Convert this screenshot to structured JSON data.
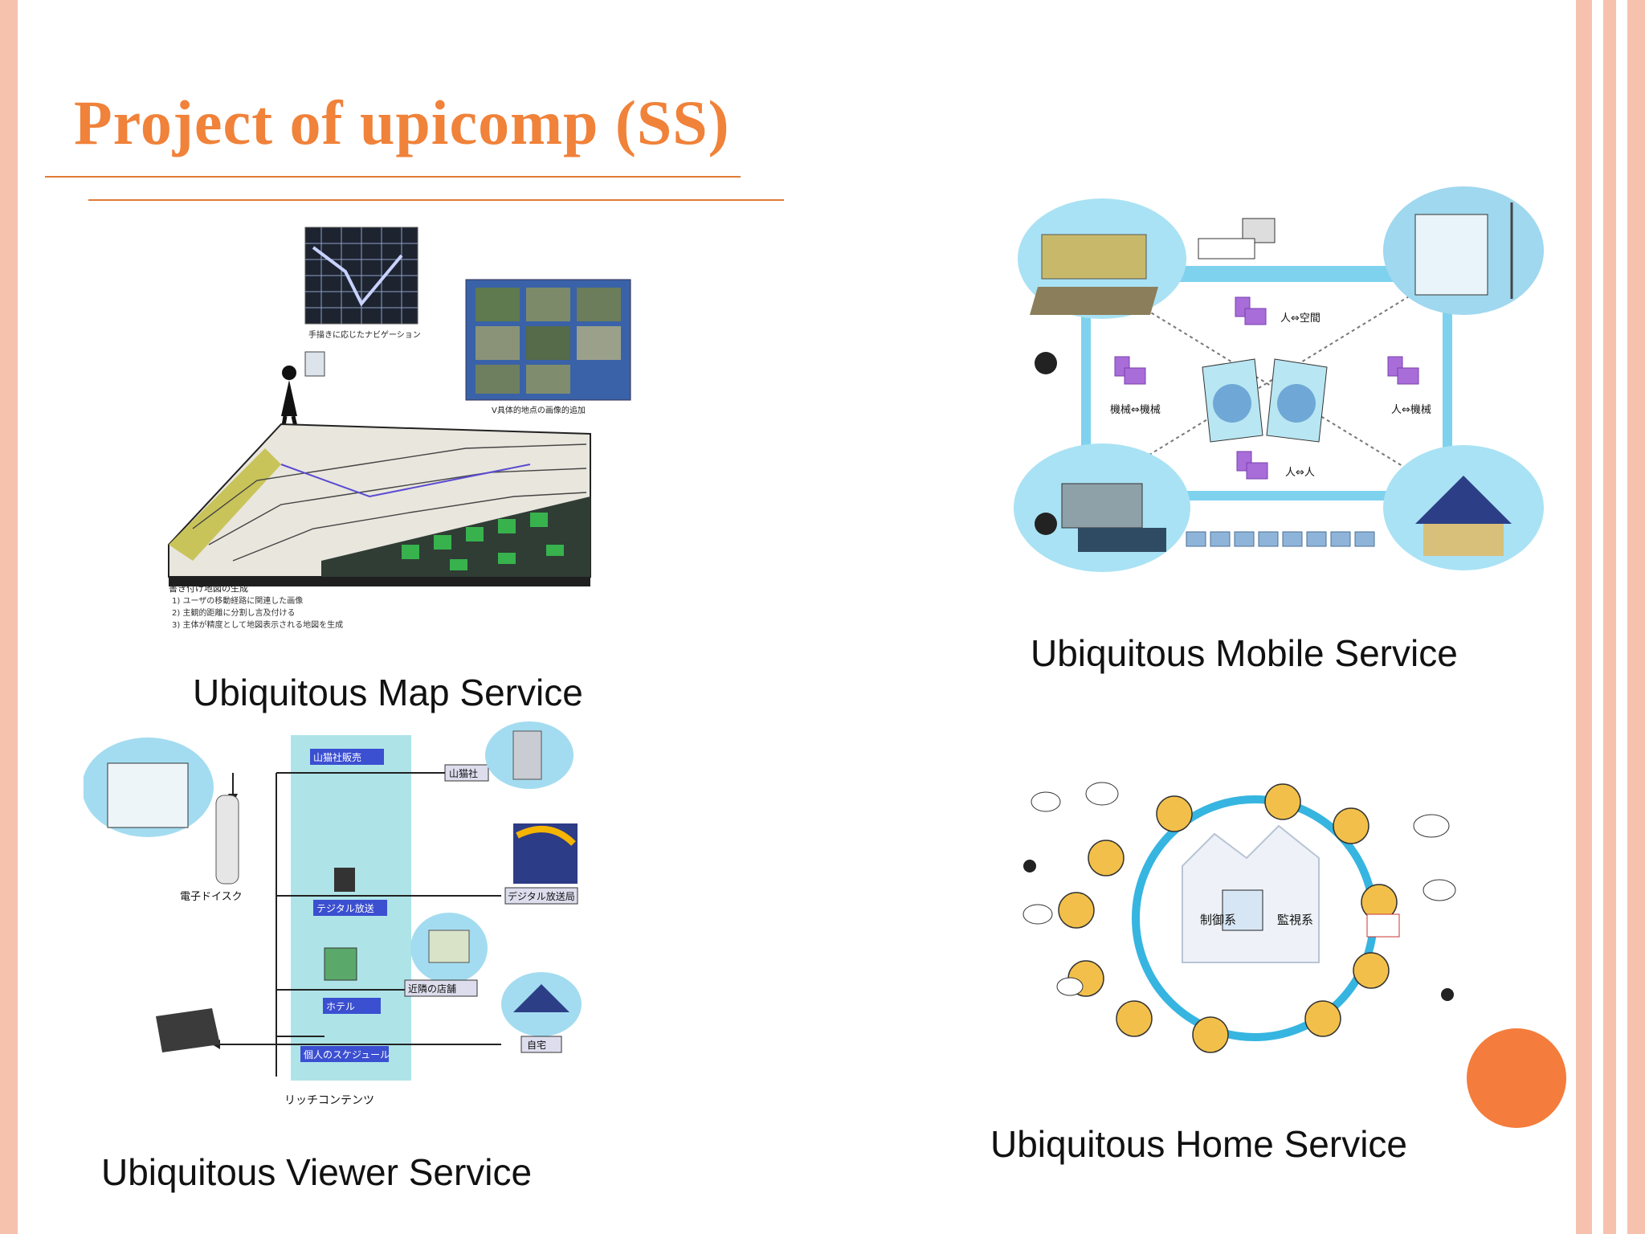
{
  "slide": {
    "title": "Project of upicomp (SS)",
    "accent_color": "#f0823a",
    "border_color": "#f6c2ae"
  },
  "figures": {
    "map": {
      "caption": "Ubiquitous Map Service",
      "labels": [
        "手描きに応じたナビゲーション",
        "V具体的地点の画像的追加",
        "書き付け地図の生成",
        "1) ユーザの移動経路に関連した画像",
        "2) 主観的距離に分割し言及付ける",
        "3) 主体が精度として地図表示される地図を生成"
      ]
    },
    "mobile": {
      "caption": "Ubiquitous Mobile Service",
      "labels": [
        "人⇔空間",
        "機械⇔機械",
        "人⇔機械",
        "人⇔人"
      ]
    },
    "viewer": {
      "caption": "Ubiquitous Viewer Service",
      "labels": [
        "電子ドイスク",
        "リッチコンテンツ",
        "山猫社",
        "デジタル放送局",
        "自宅",
        "近隣の店舗",
        "個人のスケジュール",
        "テジタル放送",
        "山猫社販売",
        "ホテル"
      ]
    },
    "home": {
      "caption": "Ubiquitous Home Service",
      "labels": [
        "制御系",
        "監視系"
      ]
    }
  }
}
